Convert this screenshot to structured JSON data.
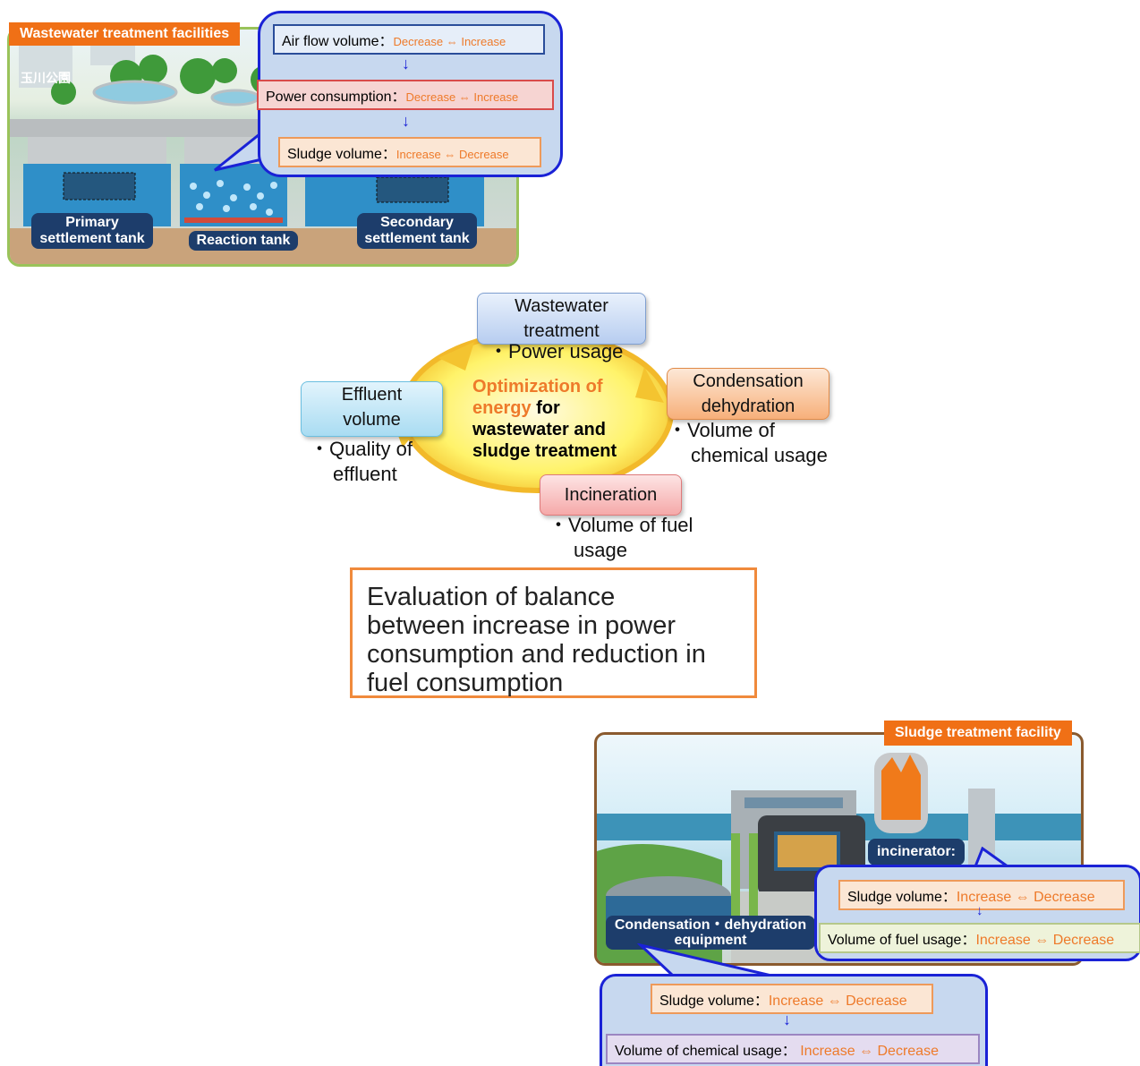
{
  "wastewater_panel": {
    "tag": "Wastewater treatment facilities",
    "park_sign": "玉川公園",
    "labels": {
      "primary": "Primary settlement tank",
      "reaction": "Reaction tank",
      "secondary": "Secondary settlement tank"
    },
    "callout": {
      "air_flow": {
        "label": "Air flow volume：",
        "value": "Decrease ⇔ Increase"
      },
      "power": {
        "label": "Power consumption：",
        "value": "Decrease ⇔ Increase"
      },
      "sludge": {
        "label": "Sludge volume：",
        "value": "Increase ⇔ Decrease"
      }
    }
  },
  "cycle": {
    "center": {
      "orange": "Optimization of energy",
      "black1": " for",
      "black2": "wastewater and",
      "black3": "sludge treatment"
    },
    "wastewater_treatment": {
      "title_1": "Wastewater",
      "title_2": "treatment",
      "bullet": "・Power usage"
    },
    "condensation": {
      "title_1": "Condensation",
      "title_2": "dehydration",
      "bullet_1": "・Volume of",
      "bullet_2": "chemical usage"
    },
    "incineration": {
      "title": "Incineration",
      "bullet_1": "・Volume of fuel",
      "bullet_2": "usage"
    },
    "effluent": {
      "title_1": "Effluent",
      "title_2": "volume",
      "bullet_1": "・Quality of",
      "bullet_2": "effluent"
    }
  },
  "evaluation": {
    "line1": "Evaluation of balance",
    "line2": "between increase in power",
    "line3": "consumption and reduction in",
    "line4": "fuel consumption"
  },
  "sludge_panel": {
    "tag": "Sludge treatment facility",
    "incinerator_label": "incinerator:",
    "condensation_label_1": "Condensation・dehydration",
    "condensation_label_2": "equipment",
    "incinerator_callout": {
      "sludge": {
        "label": "Sludge volume：",
        "value": "Increase ⇔ Decrease"
      },
      "fuel": {
        "label": "Volume of fuel usage：",
        "value": "Increase ⇔ Decrease"
      }
    },
    "condensation_callout": {
      "sludge": {
        "label": "Sludge volume：",
        "value": "Increase ⇔ Decrease"
      },
      "chemical": {
        "label": "Volume of chemical usage：",
        "value": " Increase ⇔ Decrease"
      }
    }
  },
  "colors": {
    "orange_tag": "#f07016",
    "callout_border": "#1a22d6",
    "callout_fill": "#c7d8ef",
    "value_orange": "#ee7a2a",
    "label_navy": "#1d3d6b"
  }
}
